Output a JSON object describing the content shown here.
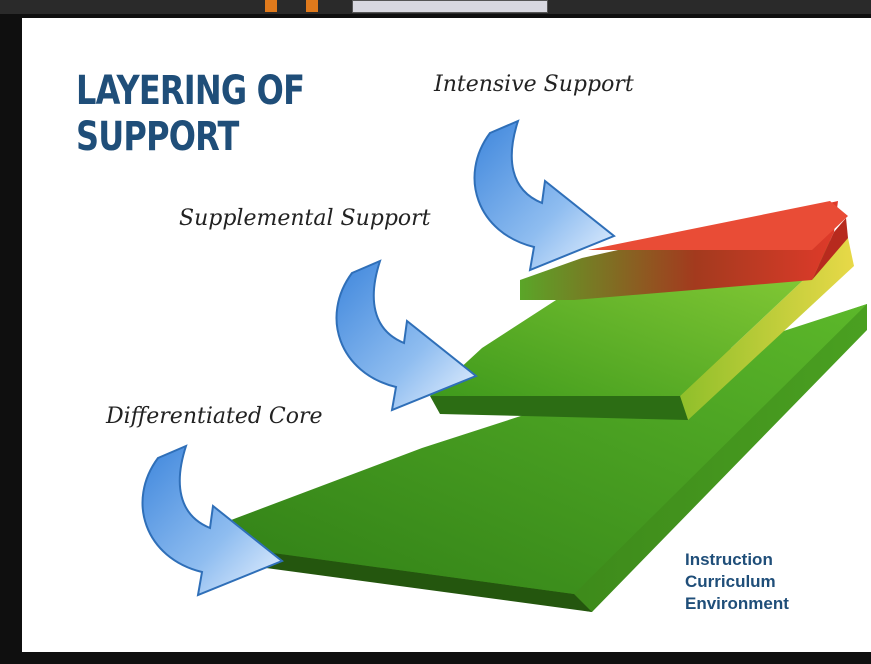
{
  "title_lines": [
    "LAYERING OF",
    "SUPPORT"
  ],
  "tiers": {
    "intensive": "Intensive Support",
    "supplemental": "Supplemental Support",
    "core": "Differentiated Core"
  },
  "factors": [
    "Instruction",
    "Curriculum",
    "Environment"
  ],
  "colors": {
    "title": "#1f4e79",
    "core_layer": "#3e8e1f",
    "supplemental_layer": "#5fae25",
    "intensive_layer": "#d63a2a",
    "arrow": "#4a90e2"
  }
}
